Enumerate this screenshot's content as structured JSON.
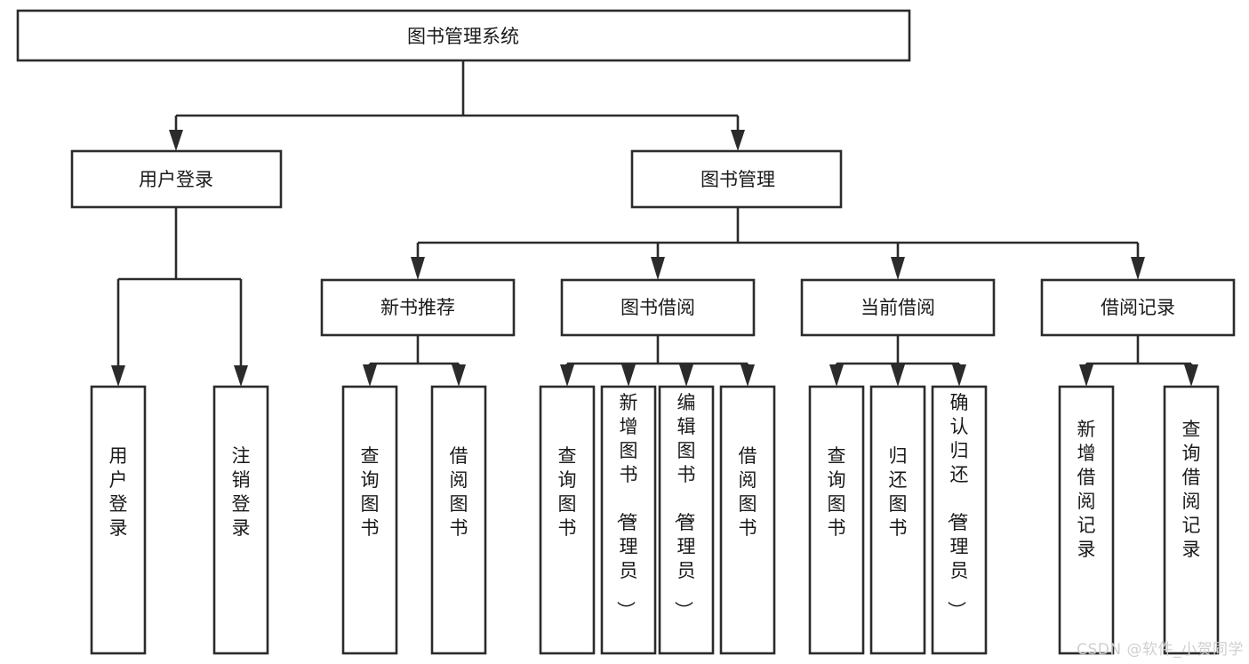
{
  "diagram": {
    "type": "tree",
    "title": "图书管理系统",
    "orientation": "top-down",
    "colors": {
      "box_stroke": "#2b2b2b",
      "box_fill": "#ffffff",
      "text": "#1a1a1a",
      "background": "#ffffff",
      "watermark": "#d0d0d0"
    },
    "root": {
      "label": "图书管理系统"
    },
    "level2": [
      {
        "label": "用户登录"
      },
      {
        "label": "图书管理"
      }
    ],
    "level3": [
      {
        "label": "新书推荐"
      },
      {
        "label": "图书借阅"
      },
      {
        "label": "当前借阅"
      },
      {
        "label": "借阅记录"
      }
    ],
    "leaves": {
      "user_login": [
        {
          "label": "用户登录"
        },
        {
          "label": "注销登录"
        }
      ],
      "new_book_recommend": [
        {
          "label": "查询图书"
        },
        {
          "label": "借阅图书"
        }
      ],
      "book_borrow": [
        {
          "label": "查询图书"
        },
        {
          "label": "新增图书（管理员）"
        },
        {
          "label": "编辑图书（管理员）"
        },
        {
          "label": "借阅图书"
        }
      ],
      "current_borrow": [
        {
          "label": "查询图书"
        },
        {
          "label": "归还图书"
        },
        {
          "label": "确认归还（管理员）"
        }
      ],
      "borrow_record": [
        {
          "label": "新增借阅记录"
        },
        {
          "label": "查询借阅记录"
        }
      ]
    }
  },
  "watermark": {
    "text": "CSDN @软件_小贺同学"
  }
}
